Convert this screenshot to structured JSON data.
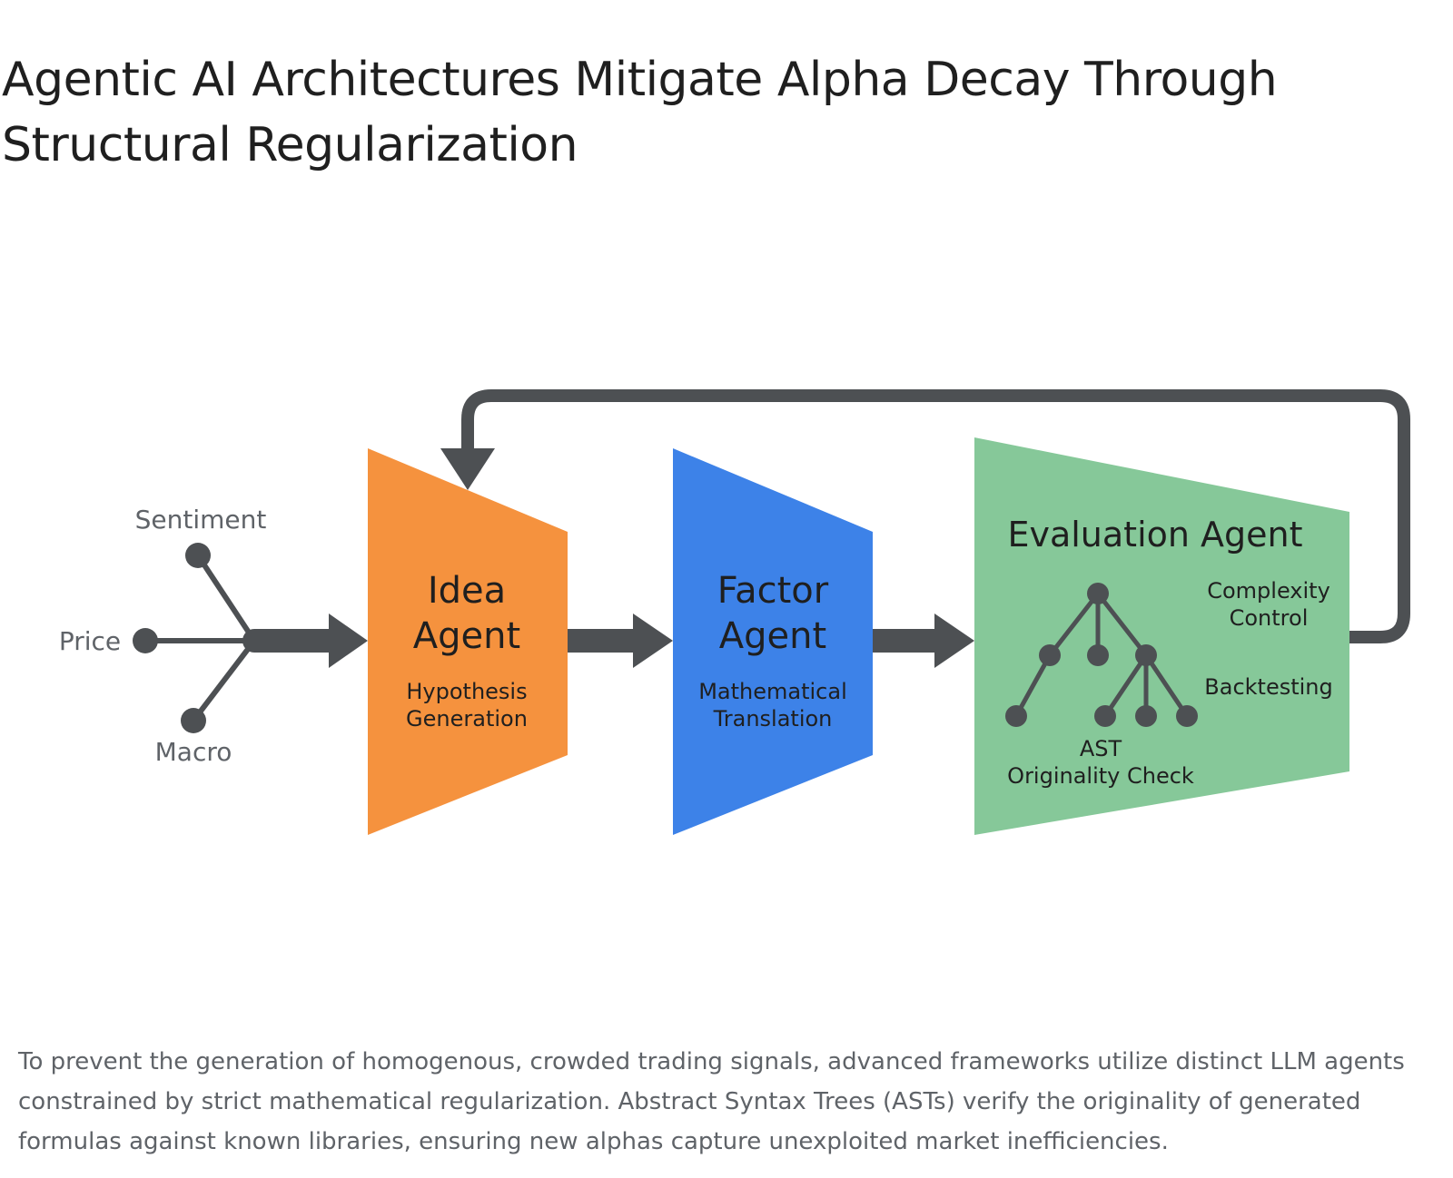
{
  "title": "Agentic AI Architectures Mitigate Alpha Decay Through Structural Regularization",
  "diagram": {
    "inputs": {
      "sentiment": "Sentiment",
      "price": "Price",
      "macro": "Macro"
    },
    "idea_agent": {
      "title_line1": "Idea",
      "title_line2": "Agent",
      "subtitle_line1": "Hypothesis",
      "subtitle_line2": "Generation",
      "color": "#f5923e"
    },
    "factor_agent": {
      "title_line1": "Factor",
      "title_line2": "Agent",
      "subtitle_line1": "Mathematical",
      "subtitle_line2": "Translation",
      "color": "#3d82e8"
    },
    "evaluation_agent": {
      "title": "Evaluation Agent",
      "complexity_line1": "Complexity",
      "complexity_line2": "Control",
      "backtesting": "Backtesting",
      "ast_line1": "AST",
      "ast_line2": "Originality Check",
      "color": "#86c899"
    },
    "connector_color": "#4d5053"
  },
  "caption": "To prevent the generation of homogenous, crowded trading signals, advanced frameworks utilize distinct LLM agents constrained by strict mathematical regularization. Abstract Syntax Trees (ASTs) verify the originality of generated formulas against known libraries, ensuring new alphas capture unexploited market inefficiencies."
}
